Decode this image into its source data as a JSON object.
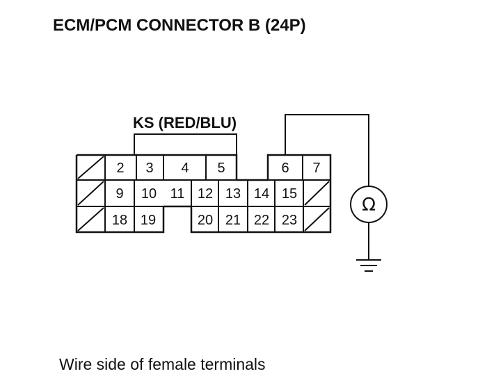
{
  "title": "ECM/PCM CONNECTOR B (24P)",
  "wire_label": "KS (RED/BLU)",
  "meter_symbol": "Ω",
  "caption": "Wire side of female terminals",
  "connector": {
    "row1": [
      {
        "pin": ""
      },
      {
        "pin": "2"
      },
      {
        "pin": "3"
      },
      {
        "pin": "4"
      },
      {
        "pin": "5"
      },
      {
        "pin": "6"
      },
      {
        "pin": "7"
      }
    ],
    "row2": [
      "",
      "9",
      "10",
      "11",
      "12",
      "13",
      "14",
      "15",
      ""
    ],
    "row3": [
      "",
      "18",
      "19",
      "20",
      "21",
      "22",
      "23",
      ""
    ]
  }
}
